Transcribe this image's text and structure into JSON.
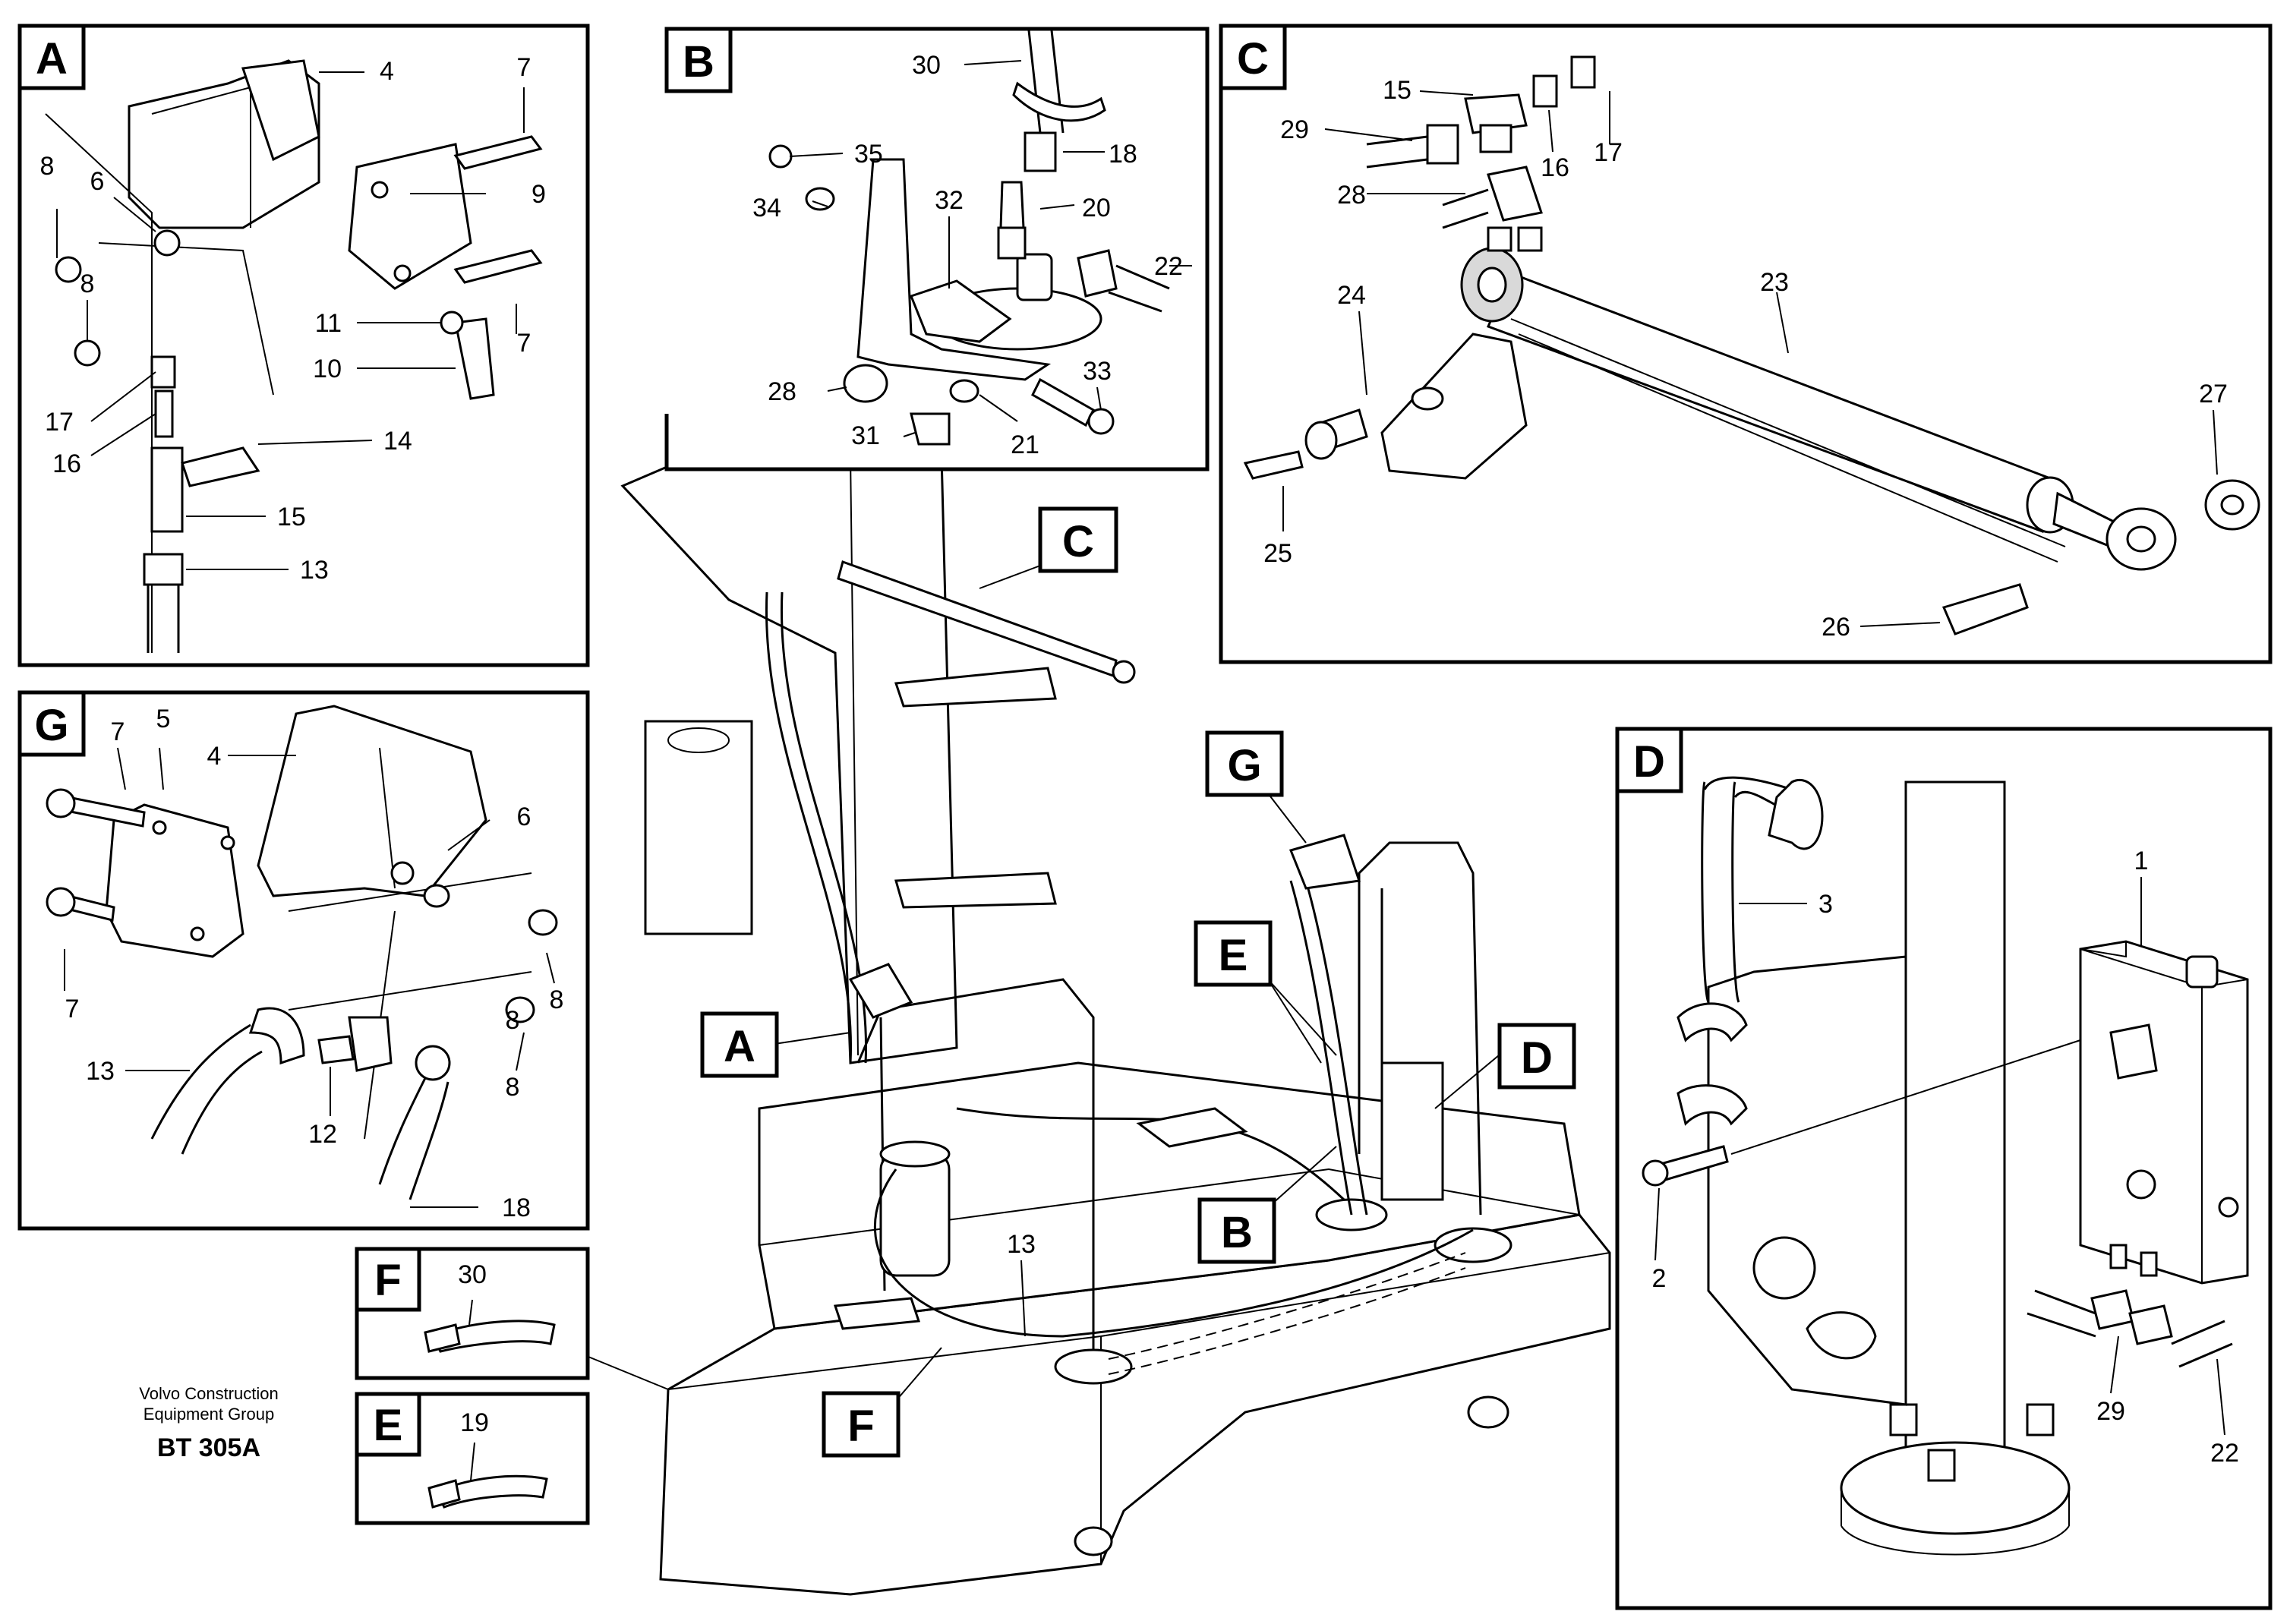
{
  "publisher": {
    "line1": "Volvo Construction",
    "line2": "Equipment Group",
    "code": "BT 305A"
  },
  "panels": {
    "A": {
      "tag": "A",
      "callouts": [
        "4",
        "7",
        "8",
        "6",
        "9",
        "8",
        "7",
        "11",
        "10",
        "17",
        "16",
        "14",
        "15",
        "13"
      ]
    },
    "B": {
      "tag": "B",
      "callouts": [
        "30",
        "35",
        "18",
        "34",
        "32",
        "20",
        "22",
        "28",
        "33",
        "31",
        "21"
      ]
    },
    "C": {
      "tag": "C",
      "callouts": [
        "15",
        "29",
        "16",
        "17",
        "28",
        "23",
        "24",
        "27",
        "25",
        "26"
      ]
    },
    "D": {
      "tag": "D",
      "callouts": [
        "3",
        "1",
        "2",
        "29",
        "22"
      ]
    },
    "G": {
      "tag": "G",
      "callouts": [
        "7",
        "5",
        "4",
        "6",
        "7",
        "8",
        "8",
        "13",
        "12",
        "8",
        "18"
      ]
    },
    "F": {
      "tag": "F",
      "callouts": [
        "30"
      ]
    },
    "E": {
      "tag": "E",
      "callouts": [
        "19"
      ]
    }
  },
  "main_view": {
    "tags": [
      "C",
      "G",
      "E",
      "D",
      "A",
      "B",
      "F"
    ],
    "callouts": [
      "13"
    ]
  }
}
